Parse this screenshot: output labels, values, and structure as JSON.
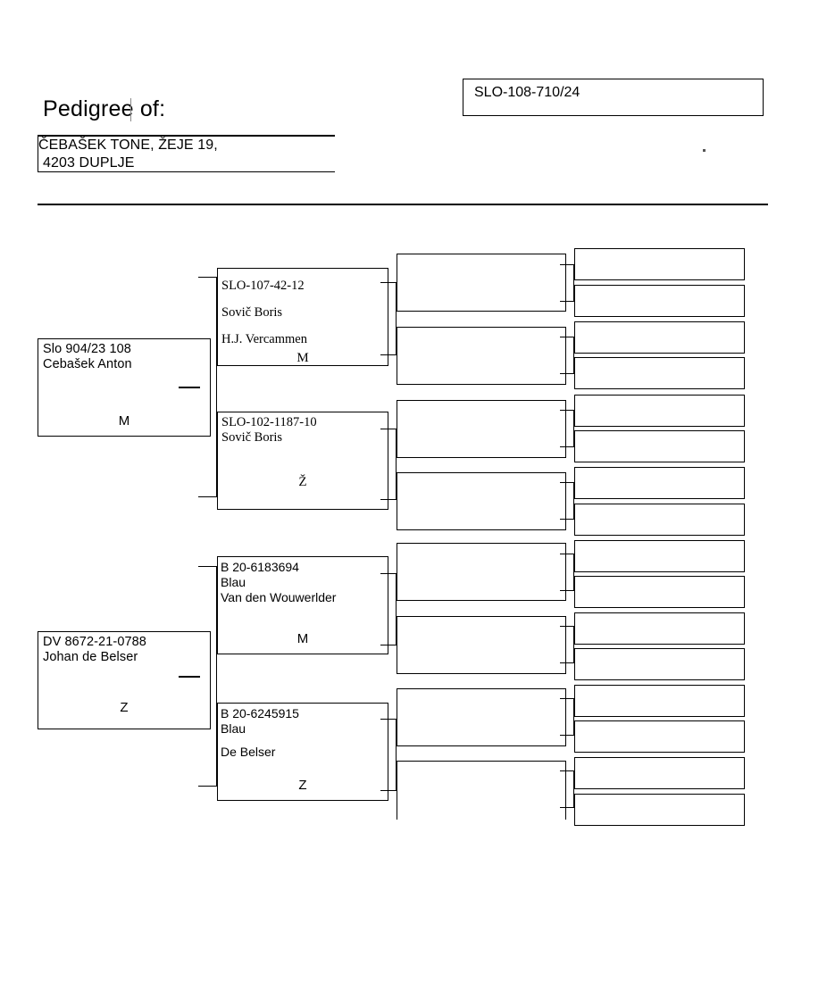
{
  "header": {
    "title": "Pedigree of:",
    "ring_number": "SLO-108-710/24",
    "owner_line_1": "ČEBAŠEK TONE, ŽEJE 19,",
    "owner_line_2": "4203 DUPLJE"
  },
  "pedigree": {
    "generation_1": [
      {
        "ring": "Slo 904/23 108",
        "name": "Cebašek Anton",
        "breeder": "",
        "sex": "M"
      },
      {
        "ring": "DV 8672-21-0788",
        "name": "Johan de Belser",
        "breeder": "",
        "sex": "Z"
      }
    ],
    "generation_2": [
      {
        "ring": "SLO-107-42-12",
        "name": "Sovič Boris",
        "breeder": "H.J. Vercammen",
        "sex": "M"
      },
      {
        "ring": "SLO-102-1187-10",
        "name": "Sovič Boris",
        "breeder": "",
        "sex": "Ž"
      },
      {
        "ring": "B 20-6183694",
        "name": "Blau",
        "breeder": "Van den Wouwerlder",
        "sex": "M"
      },
      {
        "ring": "B 20-6245915",
        "name": "Blau",
        "breeder": "De Belser",
        "sex": "Z"
      }
    ],
    "generation_3": [
      {
        "ring": "",
        "name": "",
        "breeder": "",
        "sex": ""
      },
      {
        "ring": "",
        "name": "",
        "breeder": "",
        "sex": ""
      },
      {
        "ring": "",
        "name": "",
        "breeder": "",
        "sex": ""
      },
      {
        "ring": "",
        "name": "",
        "breeder": "",
        "sex": ""
      },
      {
        "ring": "",
        "name": "",
        "breeder": "",
        "sex": ""
      },
      {
        "ring": "",
        "name": "",
        "breeder": "",
        "sex": ""
      },
      {
        "ring": "",
        "name": "",
        "breeder": "",
        "sex": ""
      },
      {
        "ring": "",
        "name": "",
        "breeder": "",
        "sex": ""
      }
    ],
    "generation_4": [
      {
        "ring": "",
        "name": "",
        "sex": ""
      },
      {
        "ring": "",
        "name": "",
        "sex": ""
      },
      {
        "ring": "",
        "name": "",
        "sex": ""
      },
      {
        "ring": "",
        "name": "",
        "sex": ""
      },
      {
        "ring": "",
        "name": "",
        "sex": ""
      },
      {
        "ring": "",
        "name": "",
        "sex": ""
      },
      {
        "ring": "",
        "name": "",
        "sex": ""
      },
      {
        "ring": "",
        "name": "",
        "sex": ""
      },
      {
        "ring": "",
        "name": "",
        "sex": ""
      },
      {
        "ring": "",
        "name": "",
        "sex": ""
      },
      {
        "ring": "",
        "name": "",
        "sex": ""
      },
      {
        "ring": "",
        "name": "",
        "sex": ""
      },
      {
        "ring": "",
        "name": "",
        "sex": ""
      },
      {
        "ring": "",
        "name": "",
        "sex": ""
      },
      {
        "ring": "",
        "name": "",
        "sex": ""
      },
      {
        "ring": "",
        "name": "",
        "sex": ""
      }
    ]
  }
}
